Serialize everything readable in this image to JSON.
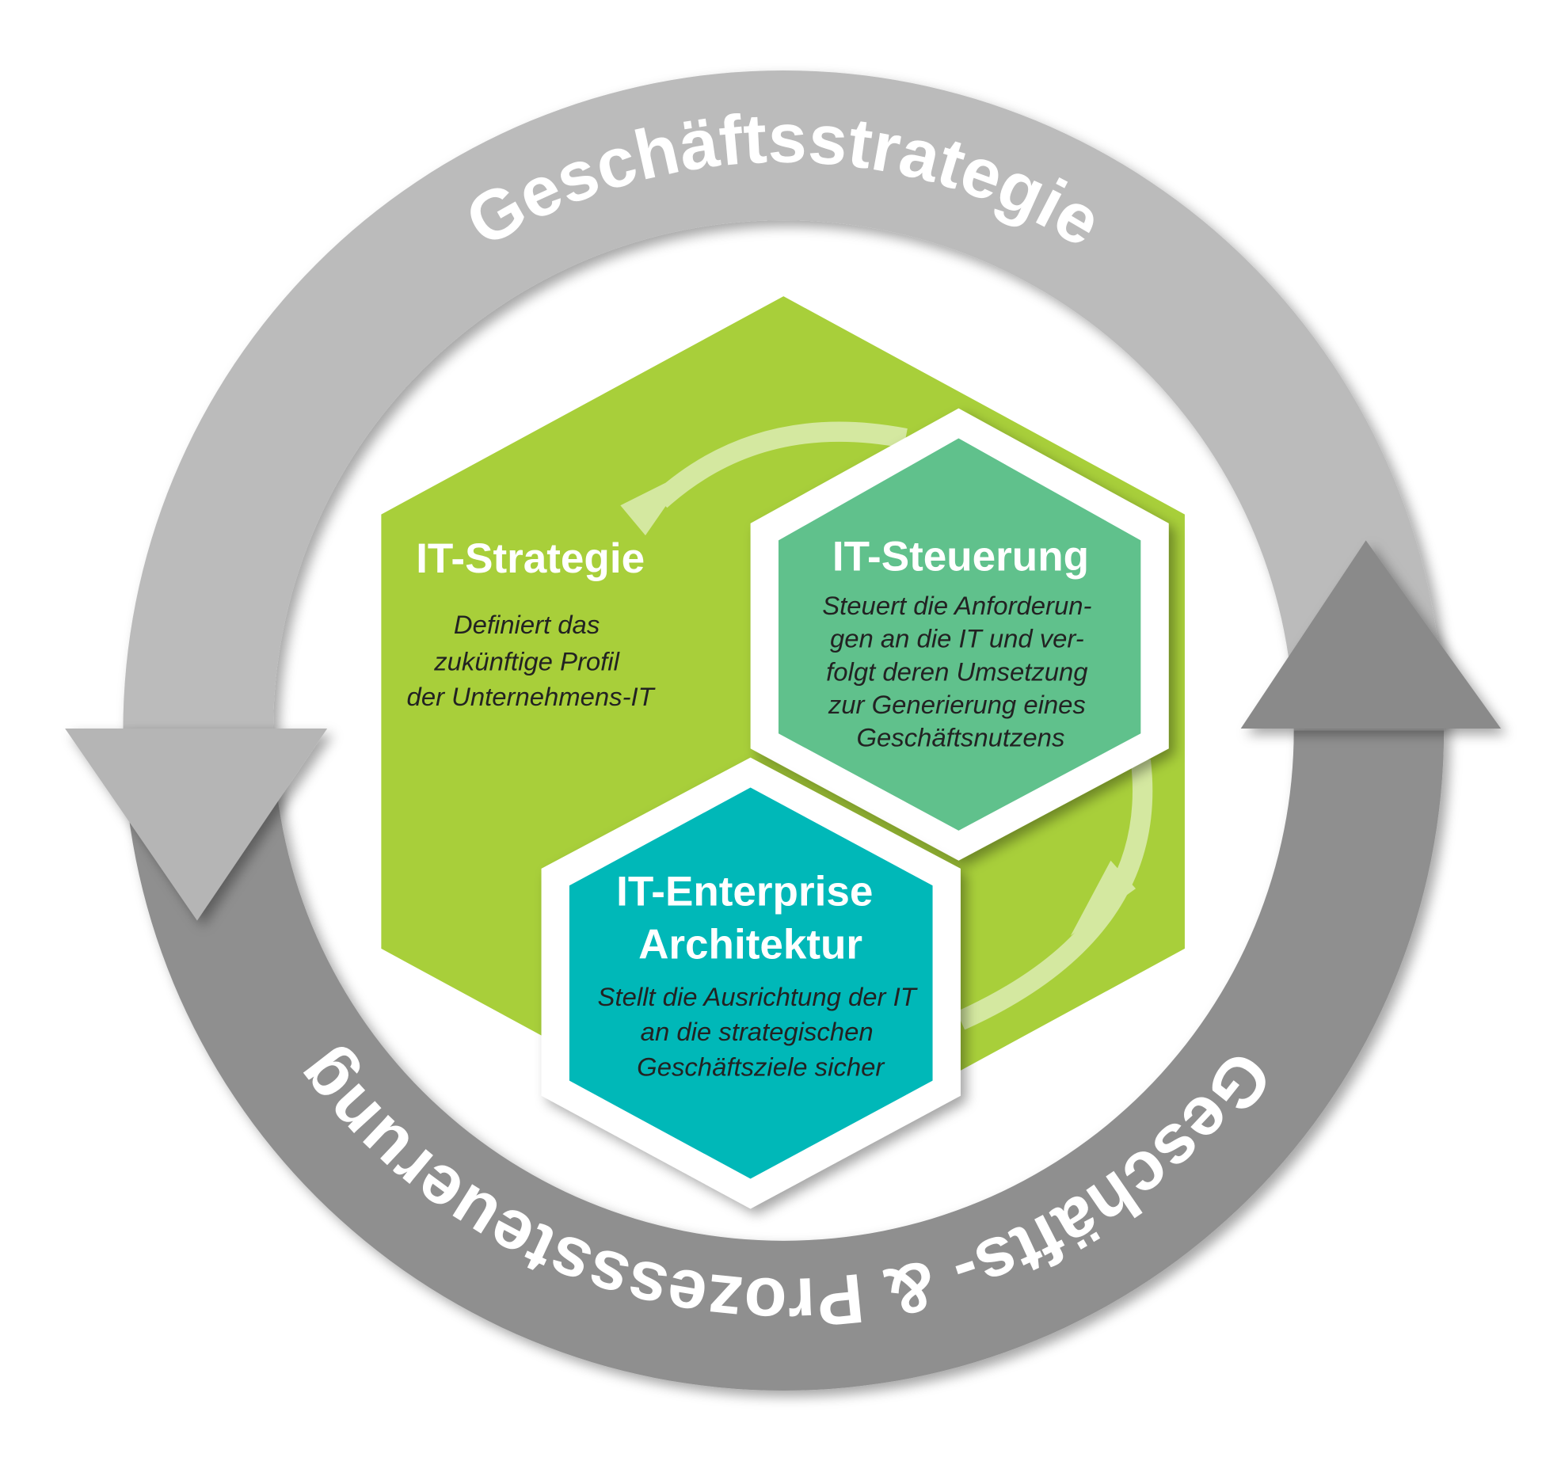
{
  "outer_cycle": {
    "top_label": "Geschäftsstrategie",
    "bottom_label": "Geschäfts- & Prozesssteuerung"
  },
  "it_strategie": {
    "title": "IT-Strategie",
    "lines": [
      "Definiert das",
      "zukünftige Profil",
      "der Unternehmens-IT"
    ]
  },
  "it_steuerung": {
    "title": "IT-Steuerung",
    "lines": [
      "Steuert die Anforderun-",
      "gen an die IT und ver-",
      "folgt deren Umsetzung",
      "zur Generierung eines",
      "Geschäftsnutzens"
    ]
  },
  "it_ea": {
    "title_lines": [
      "IT-Enterprise",
      "Architektur"
    ],
    "lines": [
      "Stellt die Ausrichtung der IT",
      "an die strategischen",
      "Geschäftsziele sicher"
    ]
  },
  "colors": {
    "ring_top": "#bbbbbb",
    "ring_bottom": "#8f8f8f",
    "green": "#a8cf3a",
    "steuerung": "#60c18c",
    "ea": "#00b8b8"
  }
}
